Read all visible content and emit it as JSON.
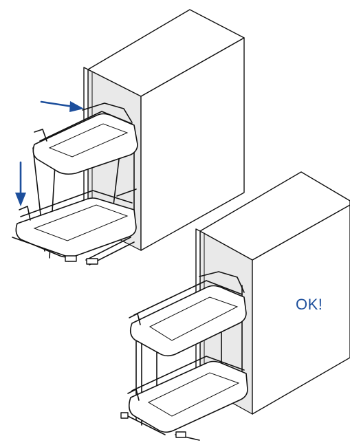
{
  "diagram": {
    "status_label": "OK!",
    "colors": {
      "arrow": "#1d4f9c",
      "label": "#1d4f9c",
      "line": "#111111",
      "cabinet_fill": "#ffffff",
      "inner_shade": "#e9e9e9"
    },
    "panels": [
      {
        "name": "incorrect-installation",
        "arrows": [
          "push-arrow",
          "down-arrow"
        ]
      },
      {
        "name": "correct-installation",
        "status": "OK!"
      }
    ]
  }
}
